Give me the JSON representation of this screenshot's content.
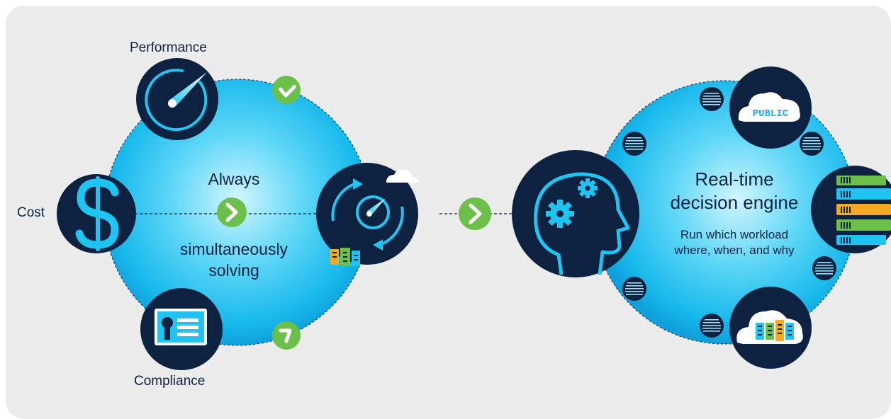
{
  "left_cluster": {
    "labels": {
      "performance": "Performance",
      "cost": "Cost",
      "compliance": "Compliance"
    },
    "center_text": {
      "line1": "Always",
      "line2": "simultaneously",
      "line3": "solving"
    }
  },
  "right_cluster": {
    "title_line1": "Real-time",
    "title_line2": "decision engine",
    "subtitle_line1": "Run which workload",
    "subtitle_line2": "where, when, and why",
    "public_cloud_label": "PUBLIC"
  },
  "icons": [
    "speedometer-icon",
    "dollar-icon",
    "certificate-icon",
    "cycle-gauge-icon",
    "cloud-icon",
    "server-icon",
    "brain-gears-icon",
    "public-cloud-icon",
    "server-rack-icon",
    "hybrid-cloud-icon",
    "binary-data-icon",
    "chevron-right-icon"
  ],
  "colors": {
    "navy": "#0d2240",
    "sky_light": "#c6f1fd",
    "sky_mid": "#1ec5f2",
    "sky_dark": "#0096d6",
    "green": "#6cc04a",
    "orange": "#f7a823",
    "panel_bg": "#ececec"
  }
}
